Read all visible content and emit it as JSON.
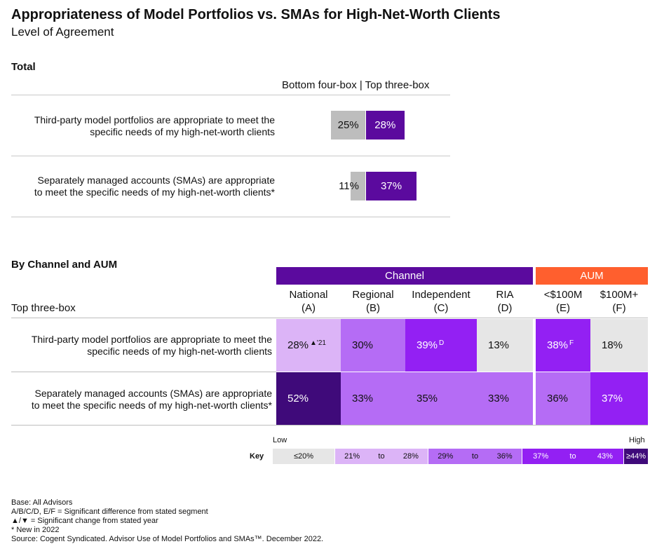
{
  "title": "Appropriateness of Model Portfolios vs. SMAs for High-Net-Worth Clients",
  "subtitle": "Level of Agreement",
  "total": {
    "section_label": "Total",
    "header": "Bottom four-box | Top three-box",
    "rows": [
      {
        "label_line1": "Third-party model portfolios are appropriate to meet the",
        "label_line2": "specific needs of my high-net-worth clients",
        "bottom": 25,
        "bottom_label": "25%",
        "top": 28,
        "top_label": "28%"
      },
      {
        "label_line1": "Separately managed accounts (SMAs) are appropriate",
        "label_line2": "to meet the specific needs of my high-net-worth clients*",
        "bottom": 11,
        "bottom_label": "11%",
        "top": 37,
        "top_label": "37%"
      }
    ]
  },
  "by_channel": {
    "section_label": "By Channel and AUM",
    "row_header": "Top three-box",
    "band_channel": "Channel",
    "band_aum": "AUM",
    "columns": [
      {
        "name": "National",
        "letter": "(A)"
      },
      {
        "name": "Regional",
        "letter": "(B)"
      },
      {
        "name": "Independent",
        "letter": "(C)"
      },
      {
        "name": "RIA",
        "letter": "(D)"
      },
      {
        "name": "<$100M",
        "letter": "(E)"
      },
      {
        "name": "$100M+",
        "letter": "(F)"
      }
    ],
    "rows": [
      {
        "label_line1": "Third-party model portfolios are appropriate to meet the",
        "label_line2": "specific needs of my high-net-worth clients",
        "cells": [
          {
            "value": 28,
            "text": "28%",
            "note": "▲'21"
          },
          {
            "value": 30,
            "text": "30%",
            "note": ""
          },
          {
            "value": 39,
            "text": "39%",
            "note": "D"
          },
          {
            "value": 13,
            "text": "13%",
            "note": ""
          },
          {
            "value": 38,
            "text": "38%",
            "note": "F"
          },
          {
            "value": 18,
            "text": "18%",
            "note": ""
          }
        ]
      },
      {
        "label_line1": "Separately managed accounts (SMAs) are appropriate",
        "label_line2": "to meet the specific needs of my high-net-worth clients*",
        "cells": [
          {
            "value": 52,
            "text": "52%",
            "note": ""
          },
          {
            "value": 33,
            "text": "33%",
            "note": ""
          },
          {
            "value": 35,
            "text": "35%",
            "note": ""
          },
          {
            "value": 33,
            "text": "33%",
            "note": ""
          },
          {
            "value": 36,
            "text": "36%",
            "note": ""
          },
          {
            "value": 37,
            "text": "37%",
            "note": ""
          }
        ]
      }
    ]
  },
  "key": {
    "label": "Key",
    "low": "Low",
    "high": "High",
    "to": "to",
    "segments": [
      {
        "from": "≤20%",
        "to": ""
      },
      {
        "from": "21%",
        "to": "28%"
      },
      {
        "from": "29%",
        "to": "36%"
      },
      {
        "from": "37%",
        "to": "43%"
      },
      {
        "from": "≥44%",
        "to": ""
      }
    ]
  },
  "footnotes": [
    "Base: All Advisors",
    "A/B/C/D, E/F = Significant difference from stated segment",
    "▲/▼ = Significant change from stated year",
    "* New in 2022",
    "Source: Cogent Syndicated. Advisor Use of Model Portfolios and SMAs™. December 2022."
  ],
  "colors": {
    "gray": "#bdbdbd",
    "purple": "#5b0a9e",
    "band_channel": "#5b0a9e",
    "band_aum": "#ff5f2e",
    "heat_low": "#e6e6e6",
    "heat_21_28": "#dcb4f7",
    "heat_29_36": "#b56cf5",
    "heat_37_43": "#9320f3",
    "heat_44_plus": "#3f0a7a"
  },
  "chart_data": [
    {
      "type": "bar",
      "title": "Total",
      "categories": [
        "Third-party model portfolios are appropriate to meet the specific needs of my high-net-worth clients",
        "Separately managed accounts (SMAs) are appropriate to meet the specific needs of my high-net-worth clients*"
      ],
      "series": [
        {
          "name": "Bottom four-box",
          "values": [
            25,
            11
          ]
        },
        {
          "name": "Top three-box",
          "values": [
            28,
            37
          ]
        }
      ]
    },
    {
      "type": "heatmap",
      "title": "By Channel and AUM",
      "x": [
        "National (A)",
        "Regional (B)",
        "Independent (C)",
        "RIA (D)",
        "<$100M (E)",
        "$100M+ (F)"
      ],
      "y": [
        "Third-party model portfolios",
        "Separately managed accounts (SMAs)"
      ],
      "values": [
        [
          28,
          30,
          39,
          13,
          38,
          18
        ],
        [
          52,
          33,
          35,
          33,
          36,
          37
        ]
      ]
    }
  ]
}
